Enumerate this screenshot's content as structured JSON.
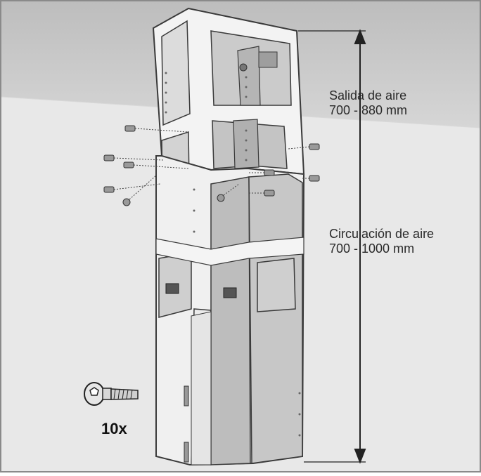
{
  "labels": {
    "exhaust_title": "Salida de aire",
    "exhaust_range": "700 - 880 mm",
    "recirc_title": "Circulación de aire",
    "recirc_range": "700 - 1000 mm",
    "screw_count": "10x"
  },
  "icons": {
    "screw": "torx-screw-icon"
  },
  "colors": {
    "ceiling": "#cfcfcf",
    "wall": "#e9e9e9",
    "panel_light": "#f4f4f4",
    "panel_mid": "#c9c9c9",
    "panel_dark": "#a9a9a9",
    "outline": "#3a3a3a",
    "text": "#2a2a2a"
  }
}
